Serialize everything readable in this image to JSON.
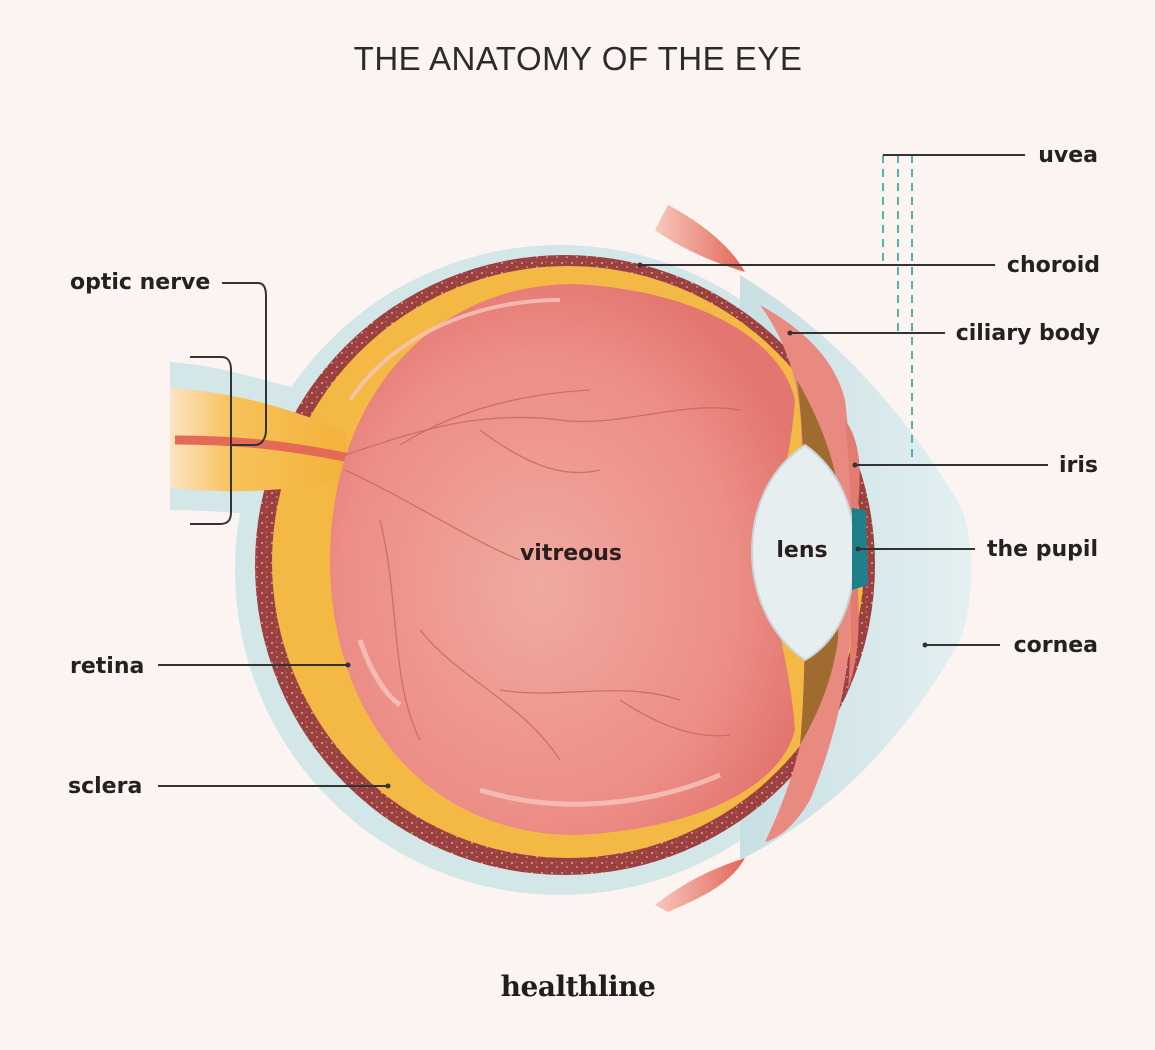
{
  "title": "THE ANATOMY OF THE EYE",
  "brand": "healthline",
  "labels": {
    "uvea": "uvea",
    "choroid": "choroid",
    "ciliary_body": "ciliary body",
    "optic_nerve": "optic nerve",
    "iris": "iris",
    "the_pupil": "the pupil",
    "cornea": "cornea",
    "retina": "retina",
    "sclera": "sclera",
    "vitreous": "vitreous",
    "lens": "lens"
  },
  "colors": {
    "background": "#fcf4f0",
    "sclera": "#d3e6e8",
    "choroid": "#9a3e3e",
    "retina": "#f4b945",
    "vitreous": "#ec8d86",
    "lens": "#e6eeef",
    "pupil": "#1f7f8a",
    "uvea_dashes": "#2aa39c"
  }
}
